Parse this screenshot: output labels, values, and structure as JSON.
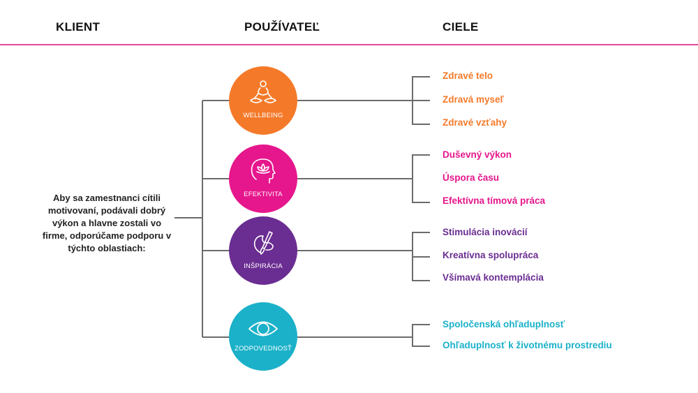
{
  "headers": {
    "client": "KLIENT",
    "user": "POUŽÍVATEĽ",
    "goals": "CIELE"
  },
  "accent_color": "#e24b9b",
  "client_statement": "Aby sa zamestnanci cítili motivovaní, podávali dobrý výkon a hlavne zostali vo firme, odporúčame podporu v týchto oblastiach:",
  "areas": [
    {
      "label": "WELLBEING",
      "icon": "meditation-icon",
      "color": "#f47a2a",
      "goals": [
        "Zdravé telo",
        "Zdravá myseľ",
        "Zdravé vzťahy"
      ]
    },
    {
      "label": "EFEKTIVITA",
      "icon": "mind-lotus-icon",
      "color": "#e6168c",
      "goals": [
        "Duševný výkon",
        "Úspora času",
        "Efektívna tímová práca"
      ]
    },
    {
      "label": "INŠPIRÁCIA",
      "icon": "palette-brush-icon",
      "color": "#6a2d91",
      "goals": [
        "Stimulácia inovácií",
        "Kreatívna spolupráca",
        "Všímavá kontemplácia"
      ]
    },
    {
      "label": "ZODPOVEDNOSŤ",
      "icon": "eye-icon",
      "color": "#1bb1c9",
      "goals": [
        "Spoločenská ohľaduplnosť",
        "Ohľaduplnosť k životnému prostrediu"
      ]
    }
  ]
}
